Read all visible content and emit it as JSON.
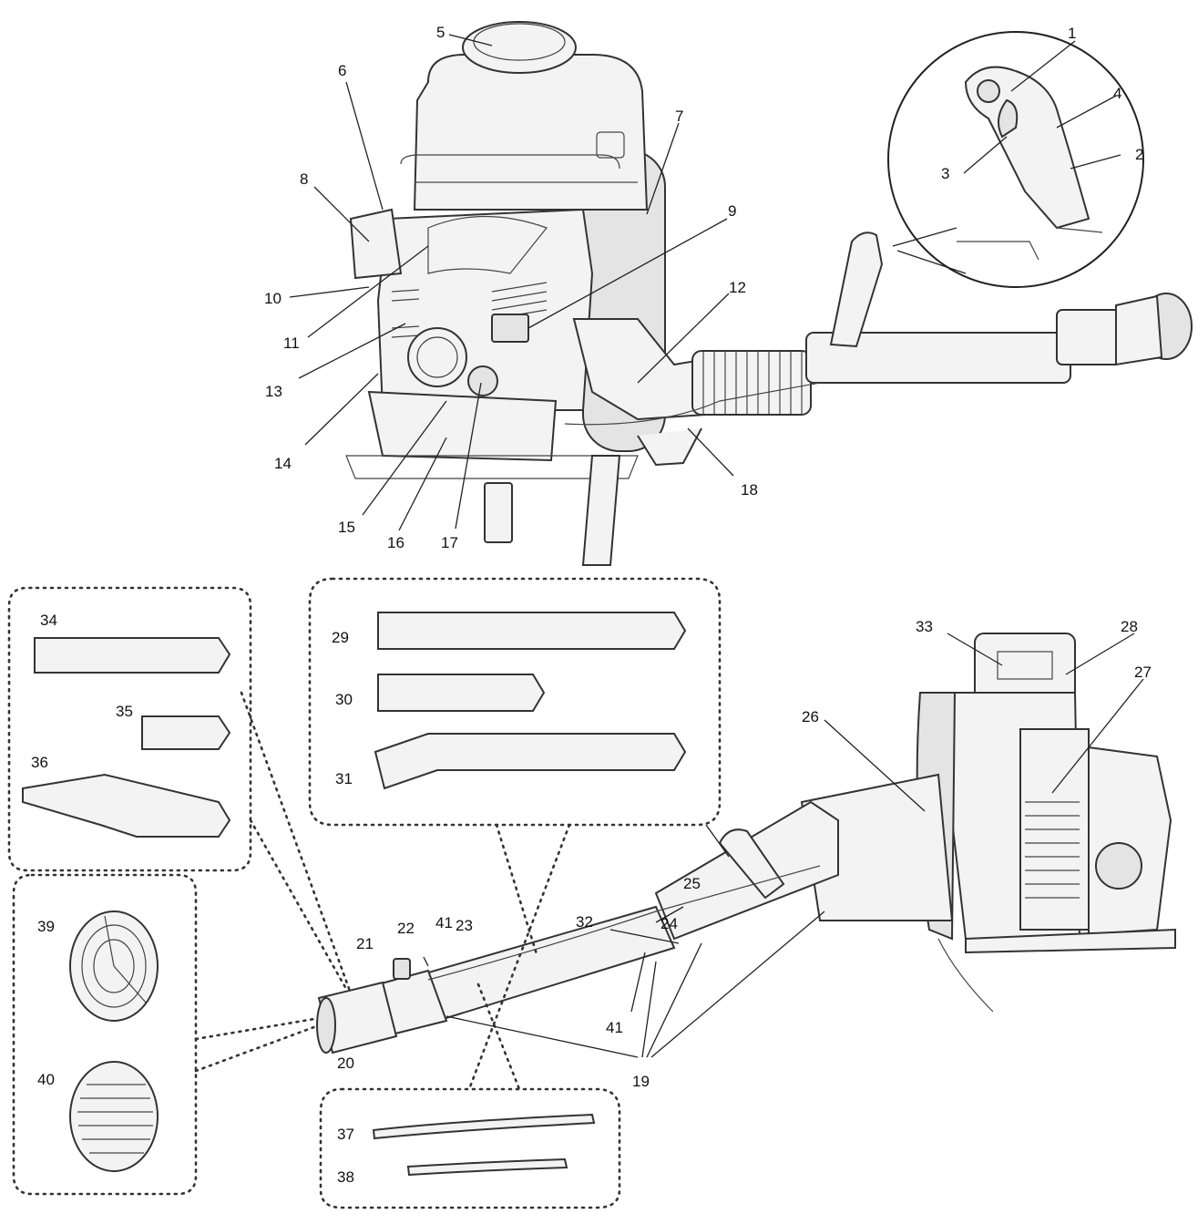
{
  "labels": {
    "l1": "1",
    "l2": "2",
    "l3": "3",
    "l4": "4",
    "l5": "5",
    "l6": "6",
    "l7": "7",
    "l8": "8",
    "l9": "9",
    "l10": "10",
    "l11": "11",
    "l12": "12",
    "l13": "13",
    "l14": "14",
    "l15": "15",
    "l16": "16",
    "l17": "17",
    "l18": "18",
    "l19": "19",
    "l20": "20",
    "l21": "21",
    "l22": "22",
    "l23": "23",
    "l24": "24",
    "l25": "25",
    "l26": "26",
    "l27": "27",
    "l28": "28",
    "l29": "29",
    "l30": "30",
    "l31": "31",
    "l32": "32",
    "l33": "33",
    "l34": "34",
    "l35": "35",
    "l36": "36",
    "l37": "37",
    "l38": "38",
    "l39": "39",
    "l40": "40",
    "l41a": "41",
    "l41b": "41"
  }
}
